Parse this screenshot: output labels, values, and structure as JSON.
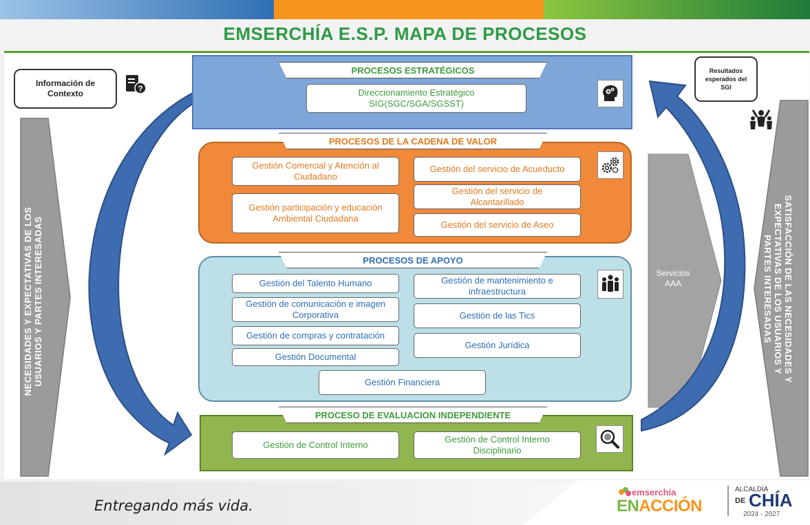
{
  "title": "EMSERCHÍA E.S.P. MAPA DE PROCESOS",
  "colors": {
    "strategic": "#7fa6d8",
    "value_chain": "#f0893a",
    "support": "#bcdfe8",
    "evaluation": "#92b64f",
    "title_green": "#2e9a44"
  },
  "left_arrow_text": [
    "NECESIDADES Y EXPECTATIVAS DE LOS",
    "USUARIOS Y PARTES INTERESADAS"
  ],
  "right_arrow_text": [
    "SATISFACCIÓN DE LAS NECESIDADES Y",
    "EXPECTATIVAS DE LOS USUARIOS Y",
    "PARTES INTERESADAS"
  ],
  "context_box": [
    "Información de",
    "Contexto"
  ],
  "results_box": [
    "Resultados",
    "esperados del",
    "SGI"
  ],
  "services_label": [
    "Servicios",
    "AAA"
  ],
  "icons": {
    "context": "question-document-icon",
    "strategic": "head-gears-icon",
    "value_chain": "gears-icon",
    "support": "people-group-icon",
    "evaluation": "magnifier-icon",
    "results": "celebrating-people-icon"
  },
  "strategic": {
    "header": "PROCESOS ESTRATÉGICOS",
    "processes": [
      [
        "Direccionamiento Estratégico",
        "SIG(SGC/SGA/SGSST)"
      ]
    ]
  },
  "value_chain": {
    "header": "PROCESOS DE LA CADENA DE VALOR",
    "processes": [
      [
        "Gestión Comercial y Atención al",
        "Ciudadano"
      ],
      [
        "Gestión participación y educación",
        "Ambiental Ciudadana"
      ],
      [
        "Gestión del servicio de Acueducto"
      ],
      [
        "Gestión del servicio de",
        "Alcantarillado"
      ],
      [
        "Gestión del servicio de Aseo"
      ]
    ]
  },
  "support": {
    "header": "PROCESOS DE APOYO",
    "processes": [
      [
        "Gestión del Talento Humano"
      ],
      [
        "Gestión de comunicación e imagen",
        "Corporativa"
      ],
      [
        "Gestión de compras y contratación"
      ],
      [
        "Gestión Documental"
      ],
      [
        "Gestión de mantenimiento e",
        "infraestructura"
      ],
      [
        "Gestión de las Tics"
      ],
      [
        "Gestión Jurídica"
      ],
      [
        "Gestión Financiera"
      ]
    ]
  },
  "evaluation": {
    "header": "PROCESO DE EVALUACION INDEPENDIENTE",
    "processes": [
      [
        "Gestión de Control Interno"
      ],
      [
        "Gestión de Control Interno",
        "Disciplinario"
      ]
    ]
  },
  "footer": {
    "slogan": "Entregando más vida.",
    "logo_emserchia": "emserchía",
    "logo_en": "EN",
    "logo_accion": "ACCIÓN",
    "logo_alcaldia": "ALCALDÍA",
    "logo_de": "DE",
    "logo_chia": "CHÍA",
    "logo_years": "2024 - 2027"
  }
}
